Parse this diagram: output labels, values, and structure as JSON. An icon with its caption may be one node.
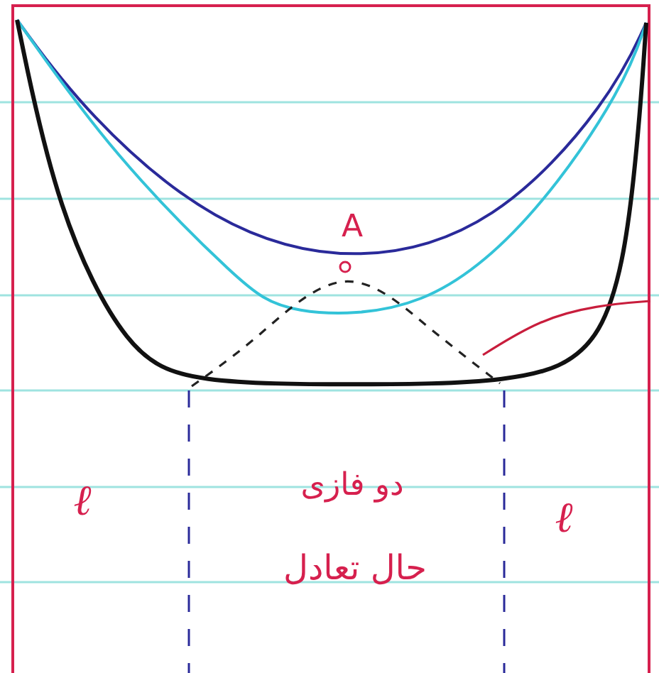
{
  "diagram": {
    "labels": [
      "A",
      "ℓ",
      "دو فازی",
      "حال تعادل",
      "ℓ"
    ]
  }
}
